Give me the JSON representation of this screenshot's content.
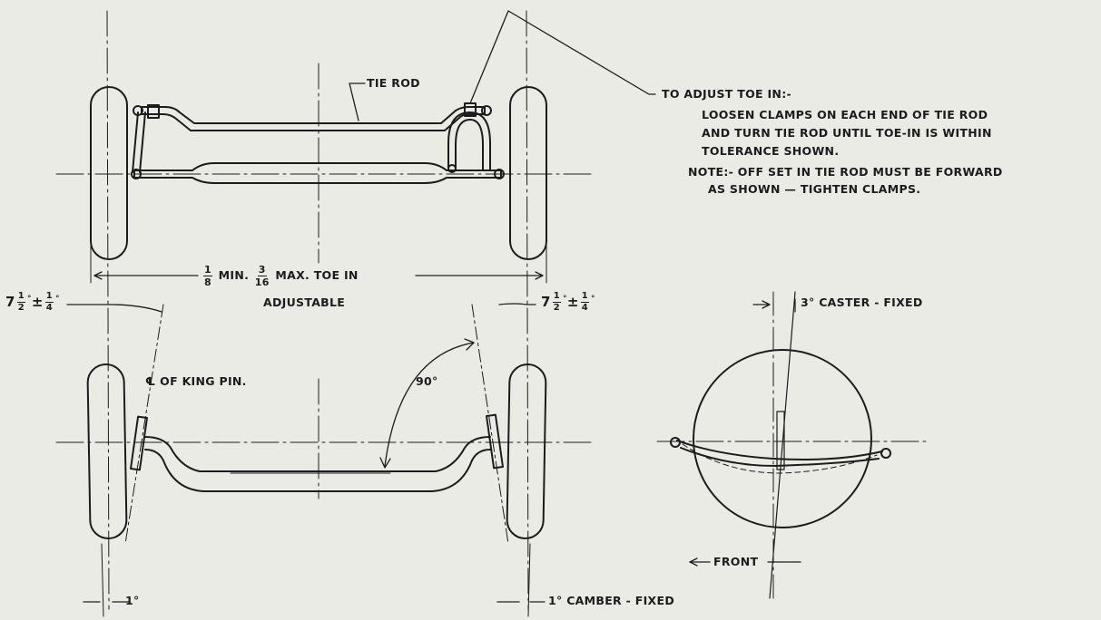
{
  "labels": {
    "tie_rod": "TIE ROD",
    "toe_title": "TO ADJUST TOE IN:-",
    "toe_line1": "LOOSEN CLAMPS ON EACH END OF TIE ROD",
    "toe_line2": "AND TURN TIE ROD UNTIL TOE-IN IS WITHIN",
    "toe_line3": "TOLERANCE SHOWN.",
    "note_line1": "NOTE:- OFF SET IN TIE ROD MUST BE FORWARD",
    "note_line2": "AS SHOWN — TIGHTEN CLAMPS.",
    "toe_min_frac": {
      "num": "1",
      "den": "8"
    },
    "toe_min_word": "MIN.",
    "toe_max_frac": {
      "num": "3",
      "den": "16"
    },
    "toe_max_word": "MAX. TOE IN",
    "adjustable": "ADJUSTABLE",
    "angle": {
      "whole": "7",
      "frac_num": "1",
      "frac_den": "2",
      "pm": "±",
      "tol_num": "1",
      "tol_den": "4",
      "deg": "°"
    },
    "king_pin": "℄ OF KING PIN.",
    "ninety": "90°",
    "camber_left": "1°",
    "camber_right": "1° CAMBER - FIXED",
    "caster": "3° CASTER - FIXED",
    "front": "FRONT"
  },
  "colors": {
    "paper": "#ebebe6",
    "ink": "#1c1c1c"
  }
}
